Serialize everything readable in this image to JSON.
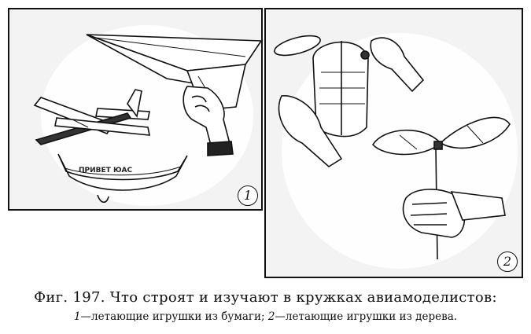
{
  "panels": [
    {
      "number": "1"
    },
    {
      "number": "2"
    }
  ],
  "glider_text": "ПРИВЕТ ЮАС",
  "caption": {
    "fig_label": "Фиг. 197.",
    "title": "Что строят и изучают в кружках авиамоделистов:",
    "item1_num": "1",
    "item1_text": "—летающие игрушки из бумаги;",
    "item2_num": "2",
    "item2_text": "—летающие игрушки из дерева."
  }
}
